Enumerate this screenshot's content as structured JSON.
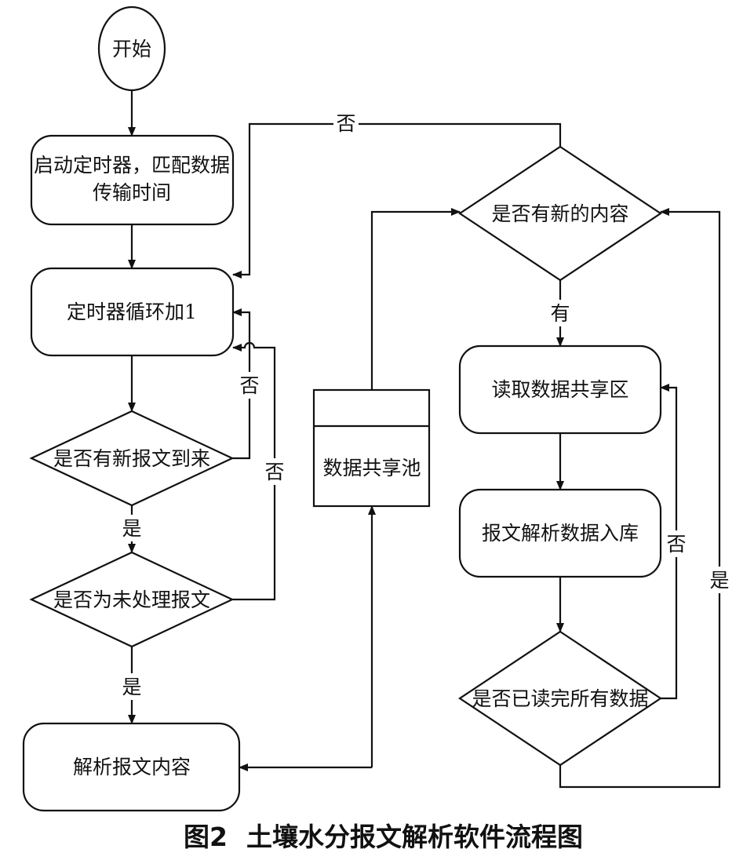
{
  "nodes": {
    "start": "开始",
    "start_timer_line1": "启动定时器，匹配数据",
    "start_timer_line2": "传输时间",
    "timer_loop": "定时器循环加1",
    "new_message": "是否有新报文到来",
    "unprocessed": "是否为未处理报文",
    "parse_content": "解析报文内容",
    "shared_pool": "数据共享池",
    "new_content": "是否有新的内容",
    "read_shared": "读取数据共享区",
    "parse_store": "报文解析数据入库",
    "all_read": "是否已读完所有数据"
  },
  "edges": {
    "no_top": "否",
    "no_new_message": "否",
    "no_unprocessed": "否",
    "yes_new_message": "是",
    "yes_unprocessed": "是",
    "has_new_content": "有",
    "no_all_read": "否",
    "yes_all_read": "是"
  },
  "caption": {
    "number": "图2",
    "title": "土壤水分报文解析软件流程图"
  }
}
